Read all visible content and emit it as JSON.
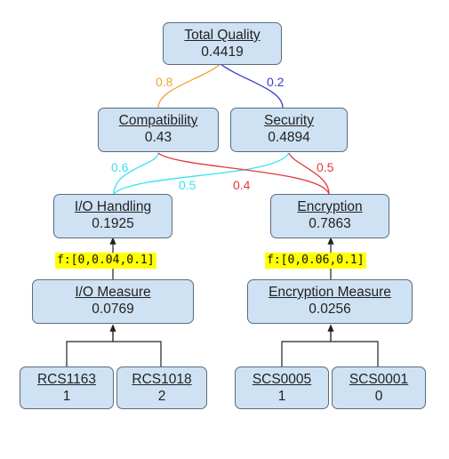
{
  "colors": {
    "node_fill": "#cfe2f3",
    "node_border": "#5b6b7b",
    "compatibility_weight": "#f4a233",
    "security_weight": "#3a3acc",
    "io_handling_weight": "#36e2f2",
    "encryption_weight": "#e23b3b",
    "function_highlight": "#ffff00"
  },
  "nodes": {
    "total_quality": {
      "title": "Total Quality",
      "value": "0.4419"
    },
    "compatibility": {
      "title": "Compatibility",
      "value": "0.43"
    },
    "security": {
      "title": "Security",
      "value": "0.4894"
    },
    "io_handling": {
      "title": "I/O Handling",
      "value": "0.1925"
    },
    "encryption": {
      "title": "Encryption",
      "value": "0.7863"
    },
    "io_measure": {
      "title": "I/O Measure",
      "value": "0.0769"
    },
    "encryption_measure": {
      "title": "Encryption Measure",
      "value": "0.0256"
    },
    "rcs1163": {
      "title": "RCS1163",
      "value": "1"
    },
    "rcs1018": {
      "title": "RCS1018",
      "value": "2"
    },
    "scs0005": {
      "title": "SCS0005",
      "value": "1"
    },
    "scs0001": {
      "title": "SCS0001",
      "value": "0"
    }
  },
  "weights": {
    "compatibility_to_total": "0.8",
    "security_to_total": "0.2",
    "io_handling_to_compatibility": "0.6",
    "io_handling_to_security": "0.5",
    "encryption_to_compatibility": "0.4",
    "encryption_to_security": "0.5"
  },
  "functions": {
    "io_handling": "f:[0,0.04,0.1]",
    "encryption": "f:[0,0.06,0.1]"
  }
}
